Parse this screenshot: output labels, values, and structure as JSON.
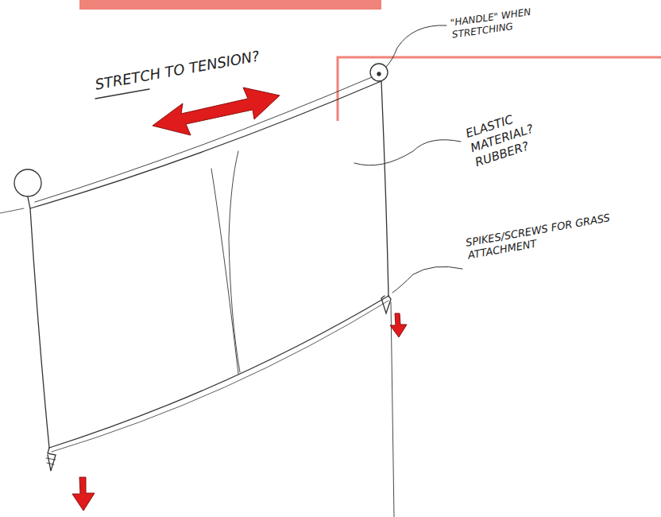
{
  "diagram": {
    "labels": [
      "STRETCH TO TENSION?",
      "\"HANDLE\" WHEN STRETCHING",
      "ELASTIC MATERIAL? RUBBER?",
      "SPIKES/SCREWS FOR GRASS ATTACHMENT"
    ]
  }
}
